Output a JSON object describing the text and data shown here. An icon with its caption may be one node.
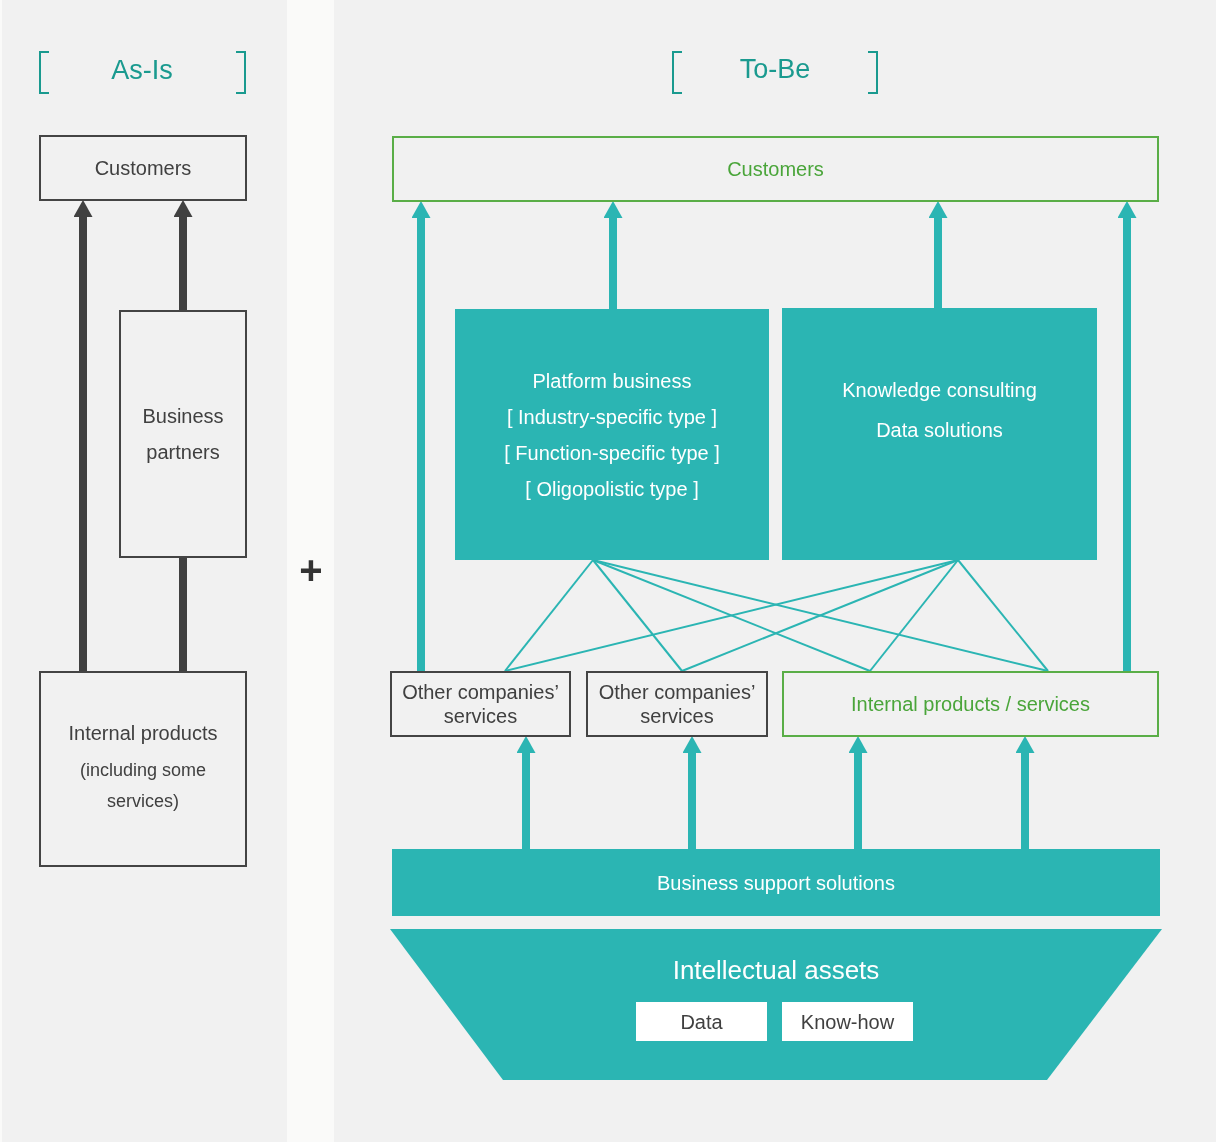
{
  "diagram": {
    "nodes": [
      {
        "text": [
          "Customers"
        ]
      },
      {
        "text": [
          "Business partners"
        ]
      },
      {
        "text": [
          "Internal products",
          "(including some services)"
        ]
      },
      {
        "text": [
          "Customers"
        ]
      },
      {
        "text": [
          "Platform business",
          "[ Industry-specific type ]",
          "[ Function-specific type ]",
          "[ Oligopolistic type ]"
        ]
      },
      {
        "text": [
          "Knowledge consulting",
          "Data solutions"
        ]
      },
      {
        "text": [
          "Other companies’ services"
        ]
      },
      {
        "text": [
          "Other companies’ services"
        ]
      },
      {
        "text": [
          "Internal products / services"
        ]
      },
      {
        "text": [
          "Business support solutions"
        ]
      },
      {
        "text": [
          "Intellectual assets"
        ]
      },
      {
        "text": [
          "Data"
        ],
        "in": 10
      },
      {
        "text": [
          "Know-how"
        ],
        "in": 10
      }
    ],
    "edges": [
      {
        "from": 2,
        "to": 0,
        "arrow": "to",
        "color": "#404040"
      },
      {
        "from": 1,
        "to": 0,
        "arrow": "to",
        "color": "#404040"
      },
      {
        "from": 2,
        "to": 1,
        "arrow": "none",
        "color": "#404040"
      },
      {
        "from": 6,
        "to": 3,
        "arrow": "to"
      },
      {
        "from": 4,
        "to": 3,
        "arrow": "to"
      },
      {
        "from": 5,
        "to": 3,
        "arrow": "to"
      },
      {
        "from": 8,
        "to": 3,
        "arrow": "to"
      },
      {
        "from": 4,
        "to": 6,
        "arrow": "none"
      },
      {
        "from": 4,
        "to": 7,
        "arrow": "none"
      },
      {
        "from": 4,
        "to": 8,
        "arrow": "none"
      },
      {
        "from": 4,
        "to": 8,
        "arrow": "none"
      },
      {
        "from": 5,
        "to": 6,
        "arrow": "none"
      },
      {
        "from": 5,
        "to": 7,
        "arrow": "none"
      },
      {
        "from": 5,
        "to": 8,
        "arrow": "none"
      },
      {
        "from": 5,
        "to": 8,
        "arrow": "none"
      },
      {
        "from": 9,
        "to": 6,
        "arrow": "to"
      },
      {
        "from": 9,
        "to": 7,
        "arrow": "to"
      },
      {
        "from": 9,
        "to": 8,
        "arrow": "to"
      },
      {
        "from": 9,
        "to": 8,
        "arrow": "to"
      }
    ],
    "labels": [
      "As-Is",
      "+",
      "To-Be"
    ]
  }
}
